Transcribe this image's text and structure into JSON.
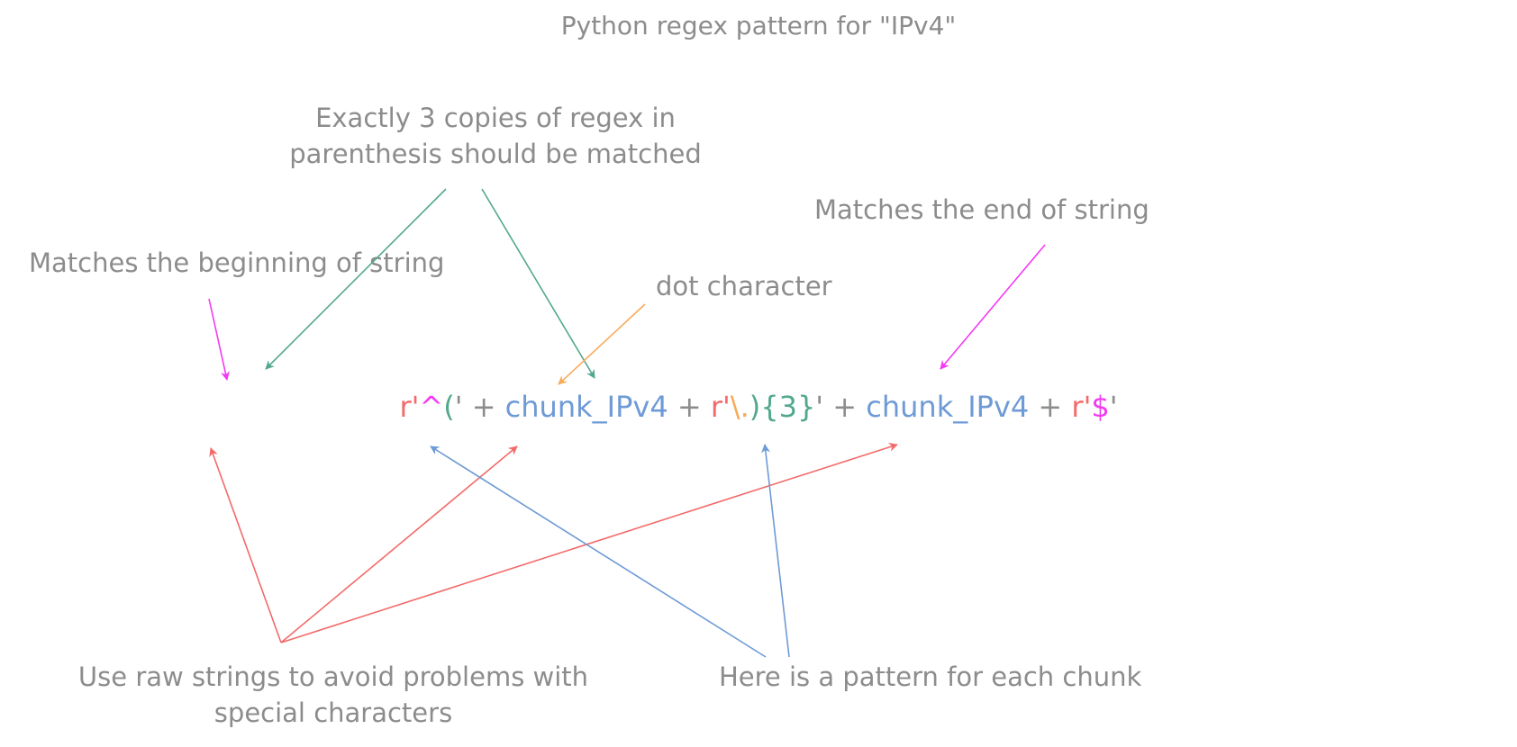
{
  "title": "Python regex pattern for \"IPv4\"",
  "annotations": {
    "repeat_line1": "Exactly 3 copies of regex in",
    "repeat_line2": "parenthesis should be matched",
    "end": "Matches the end of string",
    "begin": "Matches the beginning of string",
    "dot": "dot character",
    "raw_line1": "Use raw strings to avoid problems with",
    "raw_line2": "special characters",
    "chunk": "Here is a pattern for each chunk"
  },
  "code": {
    "t1": "r'",
    "t2": "^",
    "t3": "(",
    "t4": "' + ",
    "t5": "chunk_IPv4",
    "t6": " + ",
    "t7": "r'",
    "t8": "\\.",
    "t9": "){3}",
    "t10": "' + ",
    "t11": "chunk_IPv4",
    "t12": " + ",
    "t13": "r'",
    "t14": "$",
    "t15": "'"
  },
  "colors": {
    "annotation_text": "#8c8c8c",
    "raw_string": "#f36a6a",
    "anchor": "#f33af3",
    "group": "#52a88f",
    "variable": "#6e9ad6",
    "dot_escape": "#f8ab5a"
  }
}
